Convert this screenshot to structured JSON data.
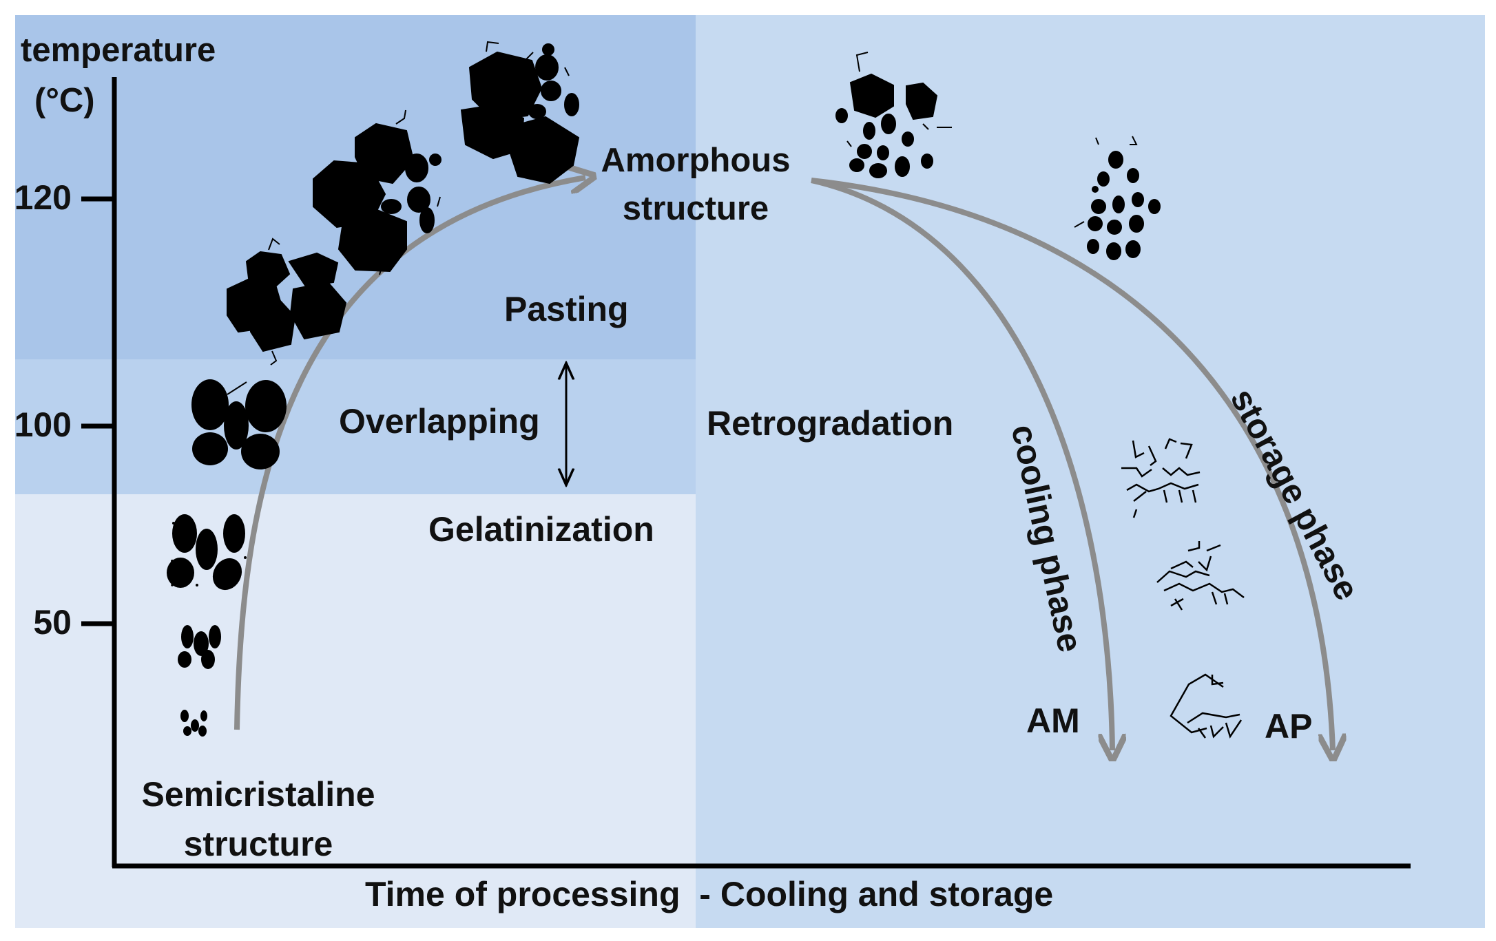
{
  "axis": {
    "ylabel_line1": "temperature",
    "ylabel_line2": "(°C)",
    "xlabel": "Time of processing  - Cooling and storage",
    "yticks": [
      "120",
      "100",
      "50"
    ]
  },
  "labels": {
    "amorphous_line1": "Amorphous",
    "amorphous_line2": "structure",
    "pasting": "Pasting",
    "overlapping": "Overlapping",
    "gelatinization": "Gelatinization",
    "retrogradation": "Retrogradation",
    "semicristaline_line1": "Semicristaline",
    "semicristaline_line2": "structure",
    "cooling_phase": "cooling phase",
    "storage_phase": "storage phase",
    "am": "AM",
    "ap": "AP"
  },
  "colors": {
    "band_dark": "#a9c5e9",
    "band_mid": "#b9d1ee",
    "band_light": "#e0e9f6",
    "right_panel": "#c6daf1",
    "arrow": "#8c8c8c",
    "granule": "#000000"
  }
}
